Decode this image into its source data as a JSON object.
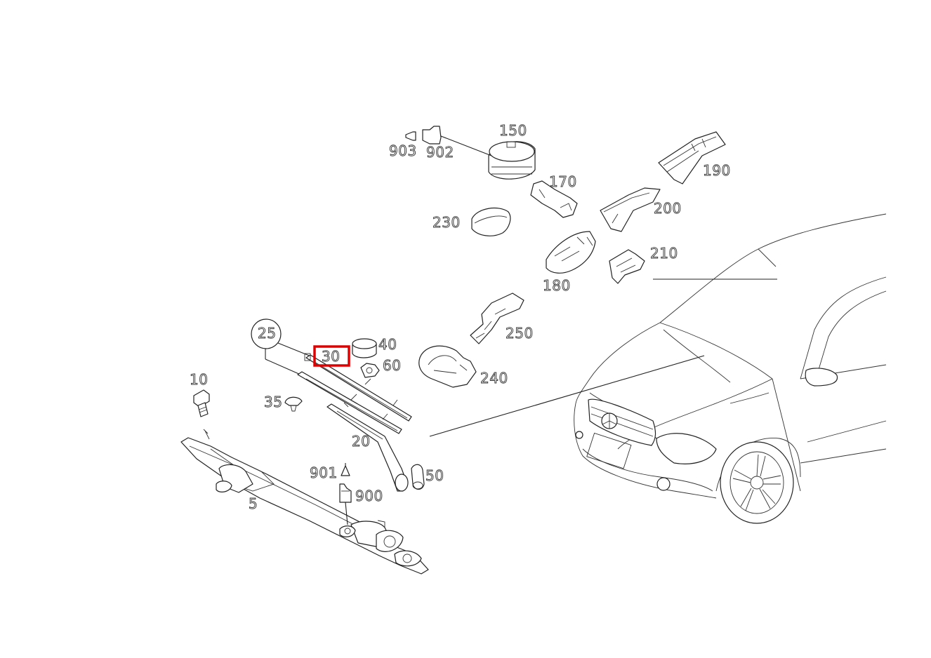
{
  "callouts": {
    "p5": "5",
    "p10": "10",
    "p20": "20",
    "p25": "25",
    "p30": "30",
    "p35": "35",
    "p40": "40",
    "p50": "50",
    "p60": "60",
    "p150": "150",
    "p170": "170",
    "p180": "180",
    "p190": "190",
    "p200": "200",
    "p210": "210",
    "p230": "230",
    "p240": "240",
    "p250": "250",
    "p900": "900",
    "p901": "901",
    "p902": "902",
    "p903": "903"
  },
  "highlighted_part": "30",
  "colors": {
    "highlight": "#e00000",
    "line": "#222222",
    "background": "#ffffff"
  }
}
